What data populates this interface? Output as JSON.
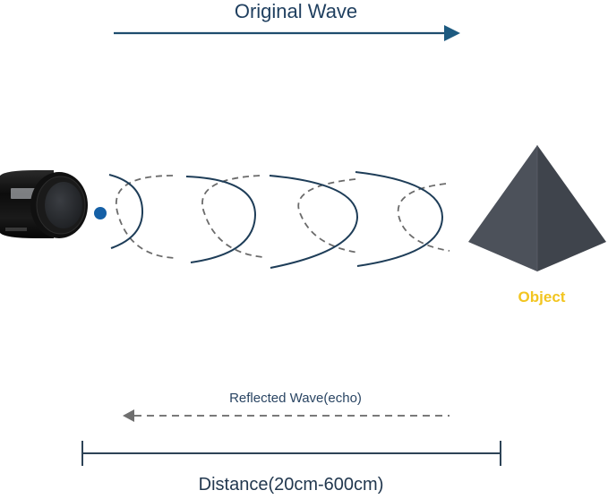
{
  "diagram": {
    "title": "Original Wave",
    "object_label": "Object",
    "reflected_label": "Reflected Wave(echo)",
    "distance_label": "Distance(20cm-600cm)",
    "distance_range_cm": [
      20,
      600
    ],
    "colors": {
      "original_wave": "#1e4d6e",
      "arrow_head": "#1d5a80",
      "reflected_wave": "#6b6b6b",
      "emitter_dot": "#1560a6",
      "object_label": "#f2c520",
      "object_body": "#4a4f58",
      "sensor_body": "#141414",
      "text_dark": "#1f3f5f"
    },
    "components": [
      {
        "name": "sensor",
        "icon": "ultrasonic-sensor-icon"
      },
      {
        "name": "emitter",
        "icon": "signal-dot-icon"
      },
      {
        "name": "object",
        "icon": "pyramid-icon"
      }
    ],
    "solid_wave_count": 4,
    "dashed_wave_count": 4
  }
}
